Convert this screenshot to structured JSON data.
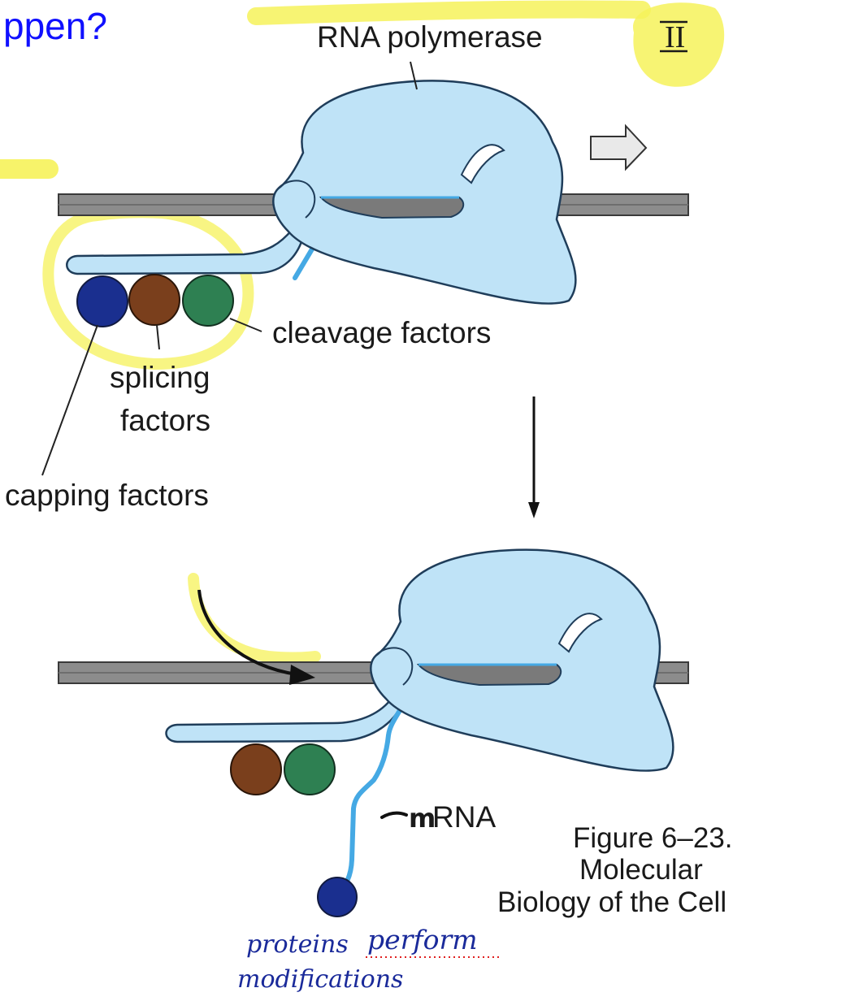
{
  "slide": {
    "title_fragment": "ppen?"
  },
  "labels": {
    "polymerase": "RNA polymerase",
    "polymerase_roman": "II",
    "cleavage": "cleavage factors",
    "splicing_line1": "splicing",
    "splicing_line2": "factors",
    "capping": "capping factors",
    "mrna_m": "m",
    "mrna_rest": "RNA"
  },
  "caption": {
    "line1": "Figure 6–23.",
    "line2": "Molecular",
    "line3": "Biology of the Cell"
  },
  "handwriting": {
    "line1_a": "proteins",
    "line1_b": "perform",
    "line2": "modifications"
  },
  "colors": {
    "polymerase_fill": "#bfe3f7",
    "dna": "#8c8c8c",
    "rna": "#45a9e4",
    "capping_factor": "#1a2f8f",
    "splicing_factor": "#7a3f1c",
    "cleavage_factor": "#2e8052",
    "highlight": "#f6f25a",
    "title_text": "#1010ff",
    "handwriting_ink": "#1a2a9a"
  }
}
